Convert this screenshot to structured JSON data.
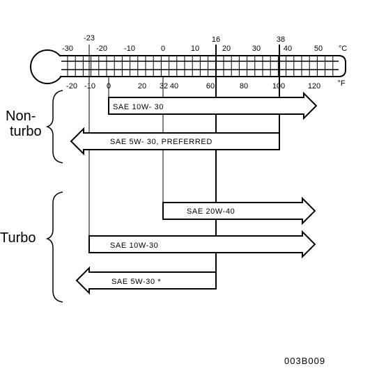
{
  "celsius_scale": {
    "unit": "°C",
    "labels": [
      "-30",
      "-20",
      "-10",
      "0",
      "10",
      "20",
      "30",
      "40",
      "50"
    ],
    "reference_marks": [
      "-23",
      "16",
      "38"
    ]
  },
  "fahrenheit_scale": {
    "unit": "°F",
    "labels": [
      "-20",
      "-10",
      "0",
      "20",
      "32",
      "40",
      "60",
      "80",
      "100",
      "120"
    ]
  },
  "groups": [
    {
      "label_line1": "Non-",
      "label_line2": "turbo"
    },
    {
      "label_line1": "Turbo",
      "label_line2": ""
    }
  ],
  "bands": [
    {
      "label": "SAE  10W- 30"
    },
    {
      "label": "SAE  5W- 30,  PREFERRED"
    },
    {
      "label": "SAE  20W-40"
    },
    {
      "label": "SAE  10W-30"
    },
    {
      "label": "SAE  5W-30  *"
    }
  ],
  "figure_code": "003B009"
}
